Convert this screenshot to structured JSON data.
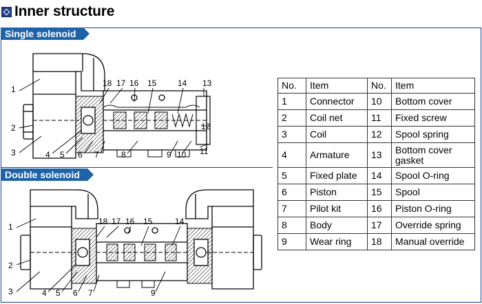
{
  "title": "Inner structure",
  "sections": {
    "single": "Single solenoid",
    "double": "Double solenoid"
  },
  "single_labels": [
    "1",
    "2",
    "3",
    "4",
    "5",
    "6",
    "7",
    "8",
    "9",
    "10",
    "11",
    "12",
    "13",
    "14",
    "15",
    "16",
    "17",
    "18"
  ],
  "double_labels": [
    "1",
    "2",
    "3",
    "4",
    "5",
    "6",
    "7",
    "9",
    "14",
    "15",
    "16",
    "17",
    "18"
  ],
  "table": {
    "headers": [
      "No.",
      "Item",
      "No.",
      "Item"
    ],
    "rows": [
      [
        "1",
        "Connector",
        "10",
        "Bottom cover"
      ],
      [
        "2",
        "Coil net",
        "11",
        "Fixed screw"
      ],
      [
        "3",
        "Coil",
        "12",
        "Spool spring"
      ],
      [
        "4",
        "Armature",
        "13",
        "Bottom cover gasket"
      ],
      [
        "5",
        "Fixed plate",
        "14",
        "Spool O-ring"
      ],
      [
        "6",
        "Piston",
        "15",
        "Spool"
      ],
      [
        "7",
        "Pilot kit",
        "16",
        "Piston O-ring"
      ],
      [
        "8",
        "Body",
        "17",
        "Override spring"
      ],
      [
        "9",
        "Wear ring",
        "18",
        "Manual override"
      ]
    ]
  },
  "colors": {
    "accent": "#1e63a8",
    "frame": "#1f3f87"
  }
}
